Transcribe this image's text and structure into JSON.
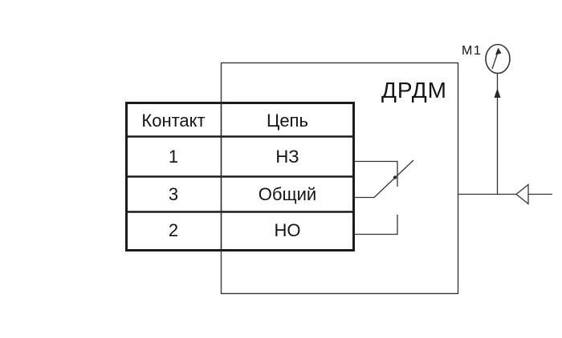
{
  "diagram": {
    "device_label": "ДРДМ",
    "gauge_label": "М1",
    "table": {
      "headers": [
        "Контакт",
        "Цепь"
      ],
      "rows": [
        {
          "contact": "1",
          "circuit": "НЗ"
        },
        {
          "contact": "3",
          "circuit": "Общий"
        },
        {
          "contact": "2",
          "circuit": "НО"
        }
      ]
    },
    "symbols": {
      "gauge": "pressure-gauge-manometer",
      "switch": "changeover-contact-nc-closed",
      "port": "pressure-inlet-left-triangle",
      "flow": "up-arrow-on-line"
    },
    "colors": {
      "line": "#343434",
      "table_border": "#1c1c1c",
      "background": "#ffffff",
      "text": "#141414"
    }
  }
}
